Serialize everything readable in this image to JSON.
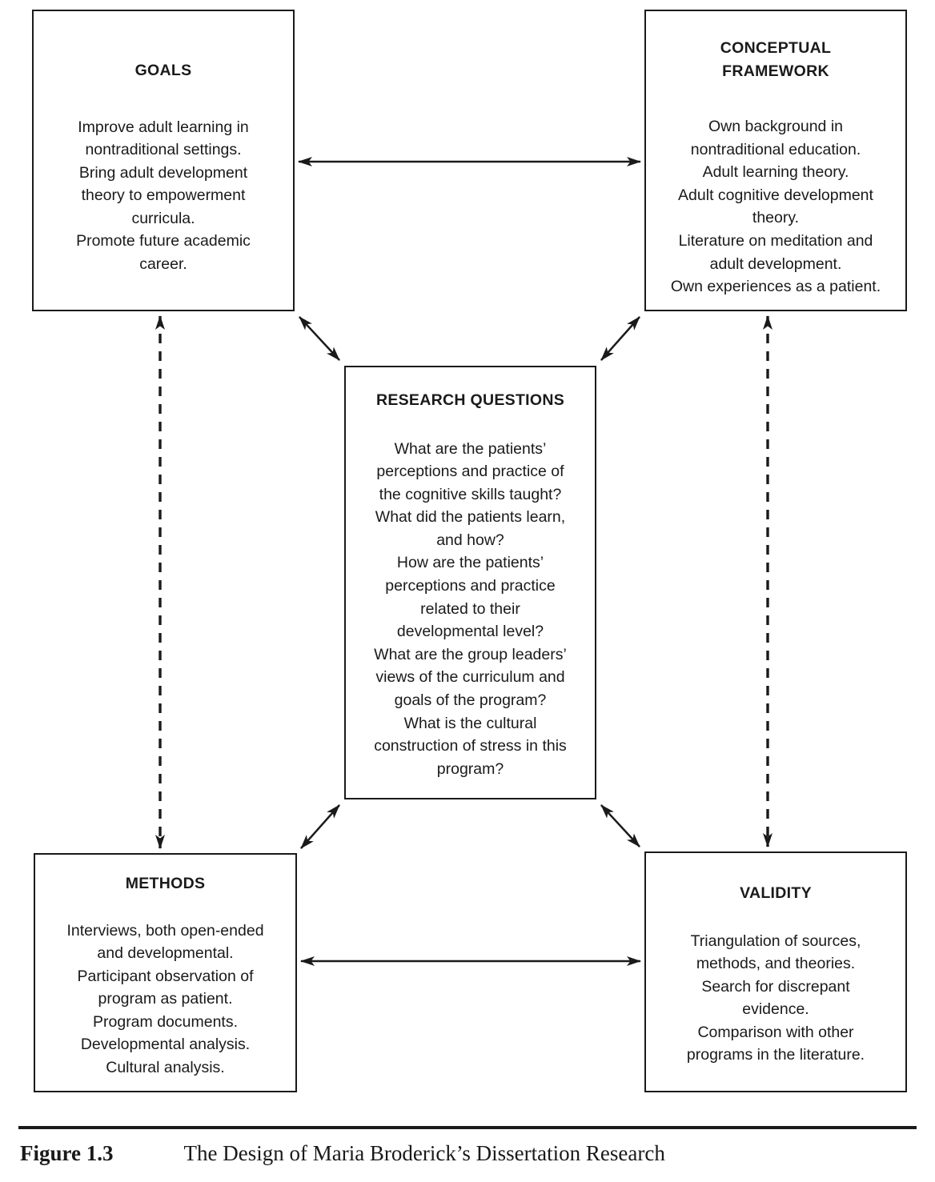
{
  "diagram": {
    "boxes": {
      "goals": {
        "title": "GOALS",
        "lines": [
          "Improve adult learning in",
          "nontraditional settings.",
          "Bring adult development",
          "theory to empowerment",
          "curricula.",
          "Promote future academic",
          "career."
        ]
      },
      "conceptual_framework": {
        "title": [
          "CONCEPTUAL",
          "FRAMEWORK"
        ],
        "lines": [
          "Own background in",
          "nontraditional education.",
          "Adult learning theory.",
          "Adult cognitive development",
          "theory.",
          "Literature on meditation and",
          "adult development.",
          "Own experiences as a patient."
        ]
      },
      "research_questions": {
        "title": "RESEARCH QUESTIONS",
        "lines": [
          "What are the patients’",
          "perceptions and practice of",
          "the cognitive skills taught?",
          "What did the patients learn,",
          "and how?",
          "How are the patients’",
          "perceptions and practice",
          "related to their",
          "developmental level?",
          "What are the group leaders’",
          "views of the curriculum and",
          "goals of the program?",
          "What is the cultural",
          "construction of stress in this",
          "program?"
        ]
      },
      "methods": {
        "title": "METHODS",
        "lines": [
          "Interviews, both open-ended",
          "and developmental.",
          "Participant observation of",
          "program as patient.",
          "Program documents.",
          "Developmental analysis.",
          "Cultural analysis."
        ]
      },
      "validity": {
        "title": "VALIDITY",
        "lines": [
          "Triangulation of sources,",
          "methods, and theories.",
          "Search for discrepant",
          "evidence.",
          "Comparison with other",
          "programs in the literature."
        ]
      }
    },
    "connections": [
      {
        "from": "goals",
        "to": "conceptual_framework",
        "style": "solid",
        "direction": "bidirectional"
      },
      {
        "from": "goals",
        "to": "research_questions",
        "style": "solid",
        "direction": "bidirectional"
      },
      {
        "from": "conceptual_framework",
        "to": "research_questions",
        "style": "solid",
        "direction": "bidirectional"
      },
      {
        "from": "goals",
        "to": "methods",
        "style": "dashed",
        "direction": "bidirectional"
      },
      {
        "from": "conceptual_framework",
        "to": "validity",
        "style": "dashed",
        "direction": "bidirectional"
      },
      {
        "from": "research_questions",
        "to": "methods",
        "style": "solid",
        "direction": "bidirectional"
      },
      {
        "from": "research_questions",
        "to": "validity",
        "style": "solid",
        "direction": "bidirectional"
      },
      {
        "from": "methods",
        "to": "validity",
        "style": "solid",
        "direction": "bidirectional"
      }
    ],
    "line_color": "#1a1a1a"
  },
  "caption": {
    "label": "Figure 1.3",
    "text": "The Design of Maria Broderick’s Dissertation Research"
  }
}
